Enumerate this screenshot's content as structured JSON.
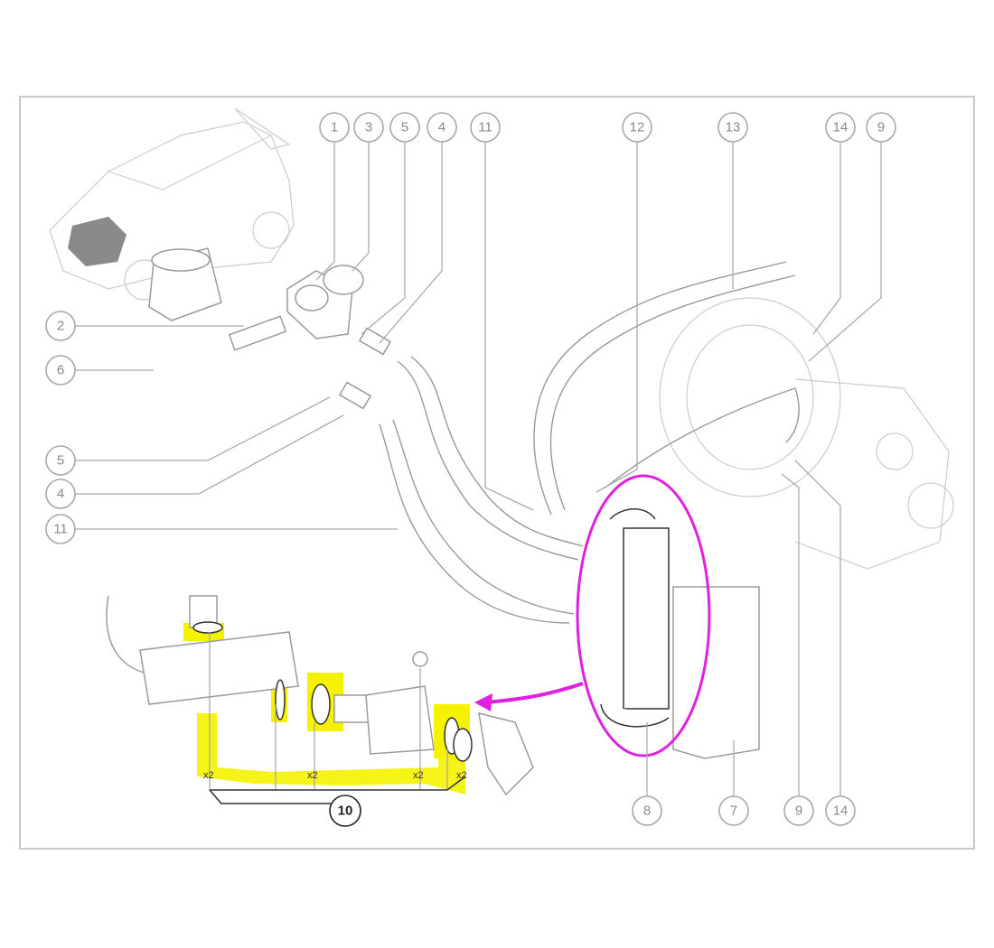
{
  "diagram": {
    "title": "Oil cooler circuit exploded view",
    "callouts_top": [
      "1",
      "3",
      "5",
      "4",
      "11",
      "12",
      "13",
      "14",
      "9"
    ],
    "callouts_left": [
      "2",
      "6",
      "5",
      "4",
      "11"
    ],
    "callouts_bottom": [
      "8",
      "7",
      "9",
      "14"
    ],
    "kit_callout": "10",
    "quantity_label": "x2",
    "colors": {
      "highlight": "#f5f200",
      "annotation": "#e020e0",
      "line": "#a8a8a8",
      "frame": "#c8c8c8"
    }
  }
}
